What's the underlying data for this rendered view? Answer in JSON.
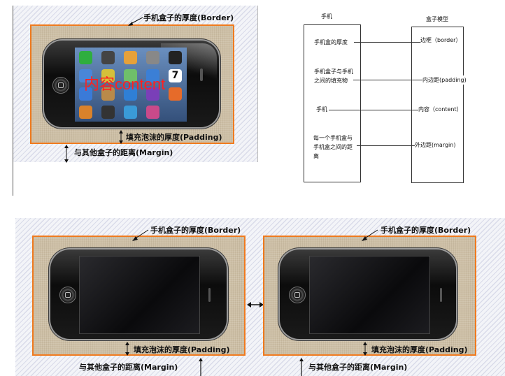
{
  "top_figure": {
    "border_label": "手机盒子的厚度(Border)",
    "padding_label": "填充泡沫的厚度(Padding)",
    "margin_label": "与其他盒子的距离(Margin)",
    "content_label": "内容content",
    "phone_time": "7",
    "content_color": "#ff2020"
  },
  "table": {
    "left_header": "手机",
    "right_header": "盒子模型",
    "rows": [
      {
        "left": "手机盒的厚度",
        "right": "边框（border）"
      },
      {
        "left": "手机盒子与手机\n之间的填充物",
        "right": "内边距(padding)"
      },
      {
        "left": "手机",
        "right": "内容（content）"
      },
      {
        "left": "每一个手机盒与\n手机盒之间的距\n离",
        "right": "外边距(margin)"
      }
    ]
  },
  "bottom_figure": {
    "left_box": {
      "border_label": "手机盒子的厚度(Border)",
      "padding_label": "填充泡沫的厚度(Padding)"
    },
    "right_box": {
      "border_label": "手机盒子的厚度(Border)",
      "padding_label": "填充泡沫的厚度(Padding)"
    },
    "margin_label_left": "与其他盒子的距离(Margin)",
    "margin_label_right": "与其他盒子的距离(Margin)"
  },
  "colors": {
    "border_accent": "#f07a1e",
    "hatch": "#d9dbe9",
    "burlap": "#cdbfa6"
  }
}
